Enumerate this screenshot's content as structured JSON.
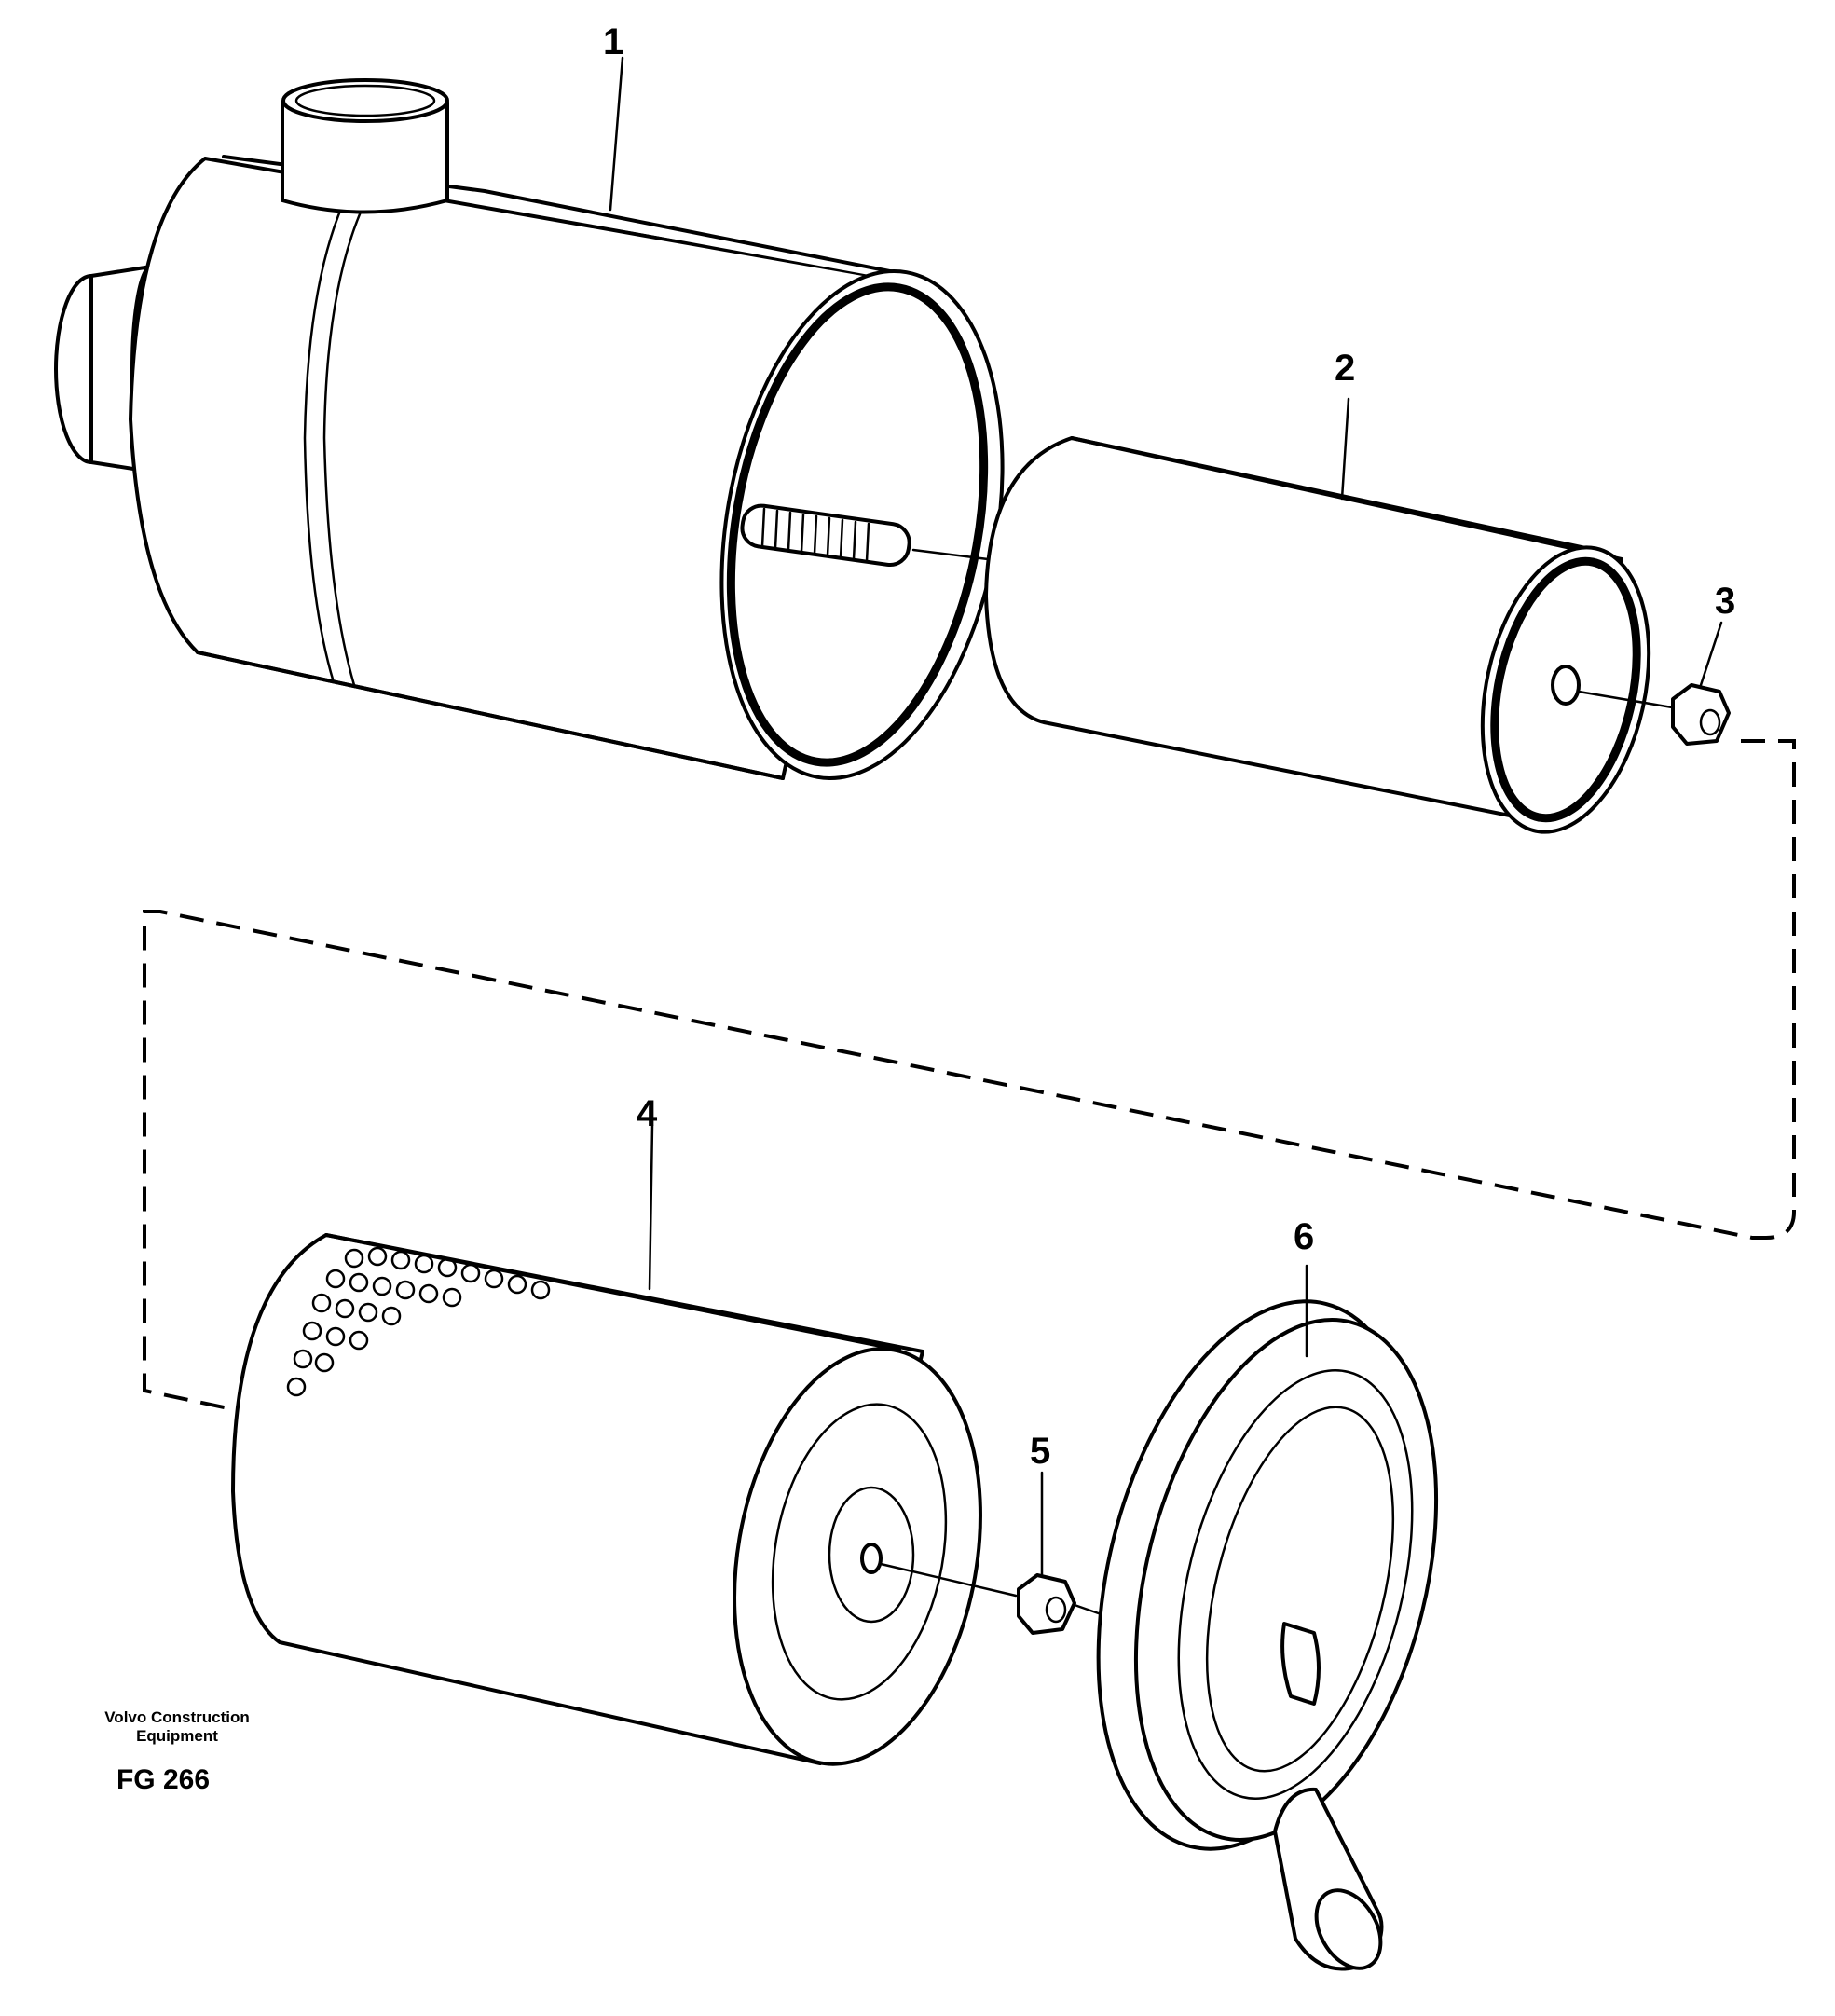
{
  "callouts": [
    "1",
    "2",
    "3",
    "4",
    "5",
    "6"
  ],
  "footer": {
    "company_line1": "Volvo Construction",
    "company_line2": "Equipment",
    "figure_code": "FG 266"
  }
}
